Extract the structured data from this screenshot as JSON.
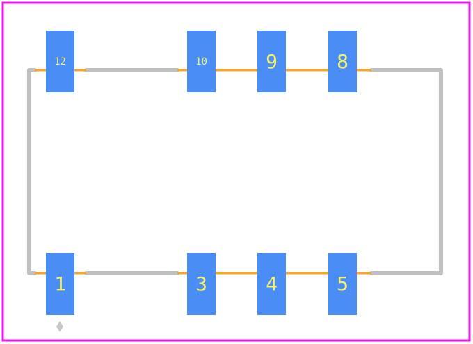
{
  "colors": {
    "background": "#ffffff",
    "board_outline": "#e619e6",
    "silkscreen": "#c0c0c0",
    "copper_trace": "#f5a623",
    "pad_fill": "#4a8ef5",
    "pad_label": "#f4f06a",
    "origin_marker": "#c8c8c8"
  },
  "footprint": {
    "top_row": [
      {
        "label": "12"
      },
      {
        "label": "10"
      },
      {
        "label": "9"
      },
      {
        "label": "8"
      }
    ],
    "bottom_row": [
      {
        "label": "1"
      },
      {
        "label": "3"
      },
      {
        "label": "4"
      },
      {
        "label": "5"
      }
    ]
  }
}
